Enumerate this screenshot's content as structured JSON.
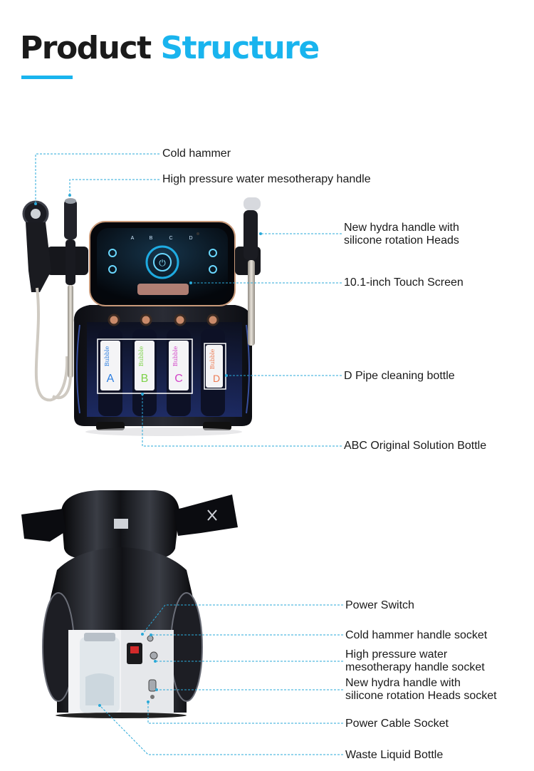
{
  "heading": {
    "word1": "Product",
    "word2": "Structure"
  },
  "front_labels": {
    "cold_hammer": "Cold hammer",
    "high_pressure": "High pressure water mesotherapy handle",
    "hydra_line1": "New hydra handle with",
    "hydra_line2": "silicone rotation Heads",
    "touch_screen": "10.1-inch Touch Screen",
    "d_pipe": "D Pipe cleaning bottle",
    "abc_bottle": "ABC Original Solution Bottle"
  },
  "rear_labels": {
    "power_switch": "Power Switch",
    "cold_socket": "Cold hammer handle socket",
    "hp_line1": "High pressure water",
    "hp_line2": "mesotherapy handle socket",
    "hydra_socket_line1": "New hydra handle with",
    "hydra_socket_line2": "silicone rotation Heads socket",
    "power_cable": "Power Cable Socket",
    "waste": "Waste Liquid Bottle"
  },
  "bottles": [
    {
      "letter": "A",
      "brand": "Bubble",
      "color": "#2d7fe0"
    },
    {
      "letter": "B",
      "brand": "Bubble",
      "color": "#7ed24a"
    },
    {
      "letter": "C",
      "brand": "Bubble",
      "color": "#d246c8"
    },
    {
      "letter": "D",
      "brand": "Bubble",
      "color": "#ec7a52"
    }
  ],
  "screen_buttons": [
    "A",
    "B",
    "C",
    "D"
  ],
  "colors": {
    "accent": "#19b4ee",
    "leader": "#2aa9d8"
  }
}
